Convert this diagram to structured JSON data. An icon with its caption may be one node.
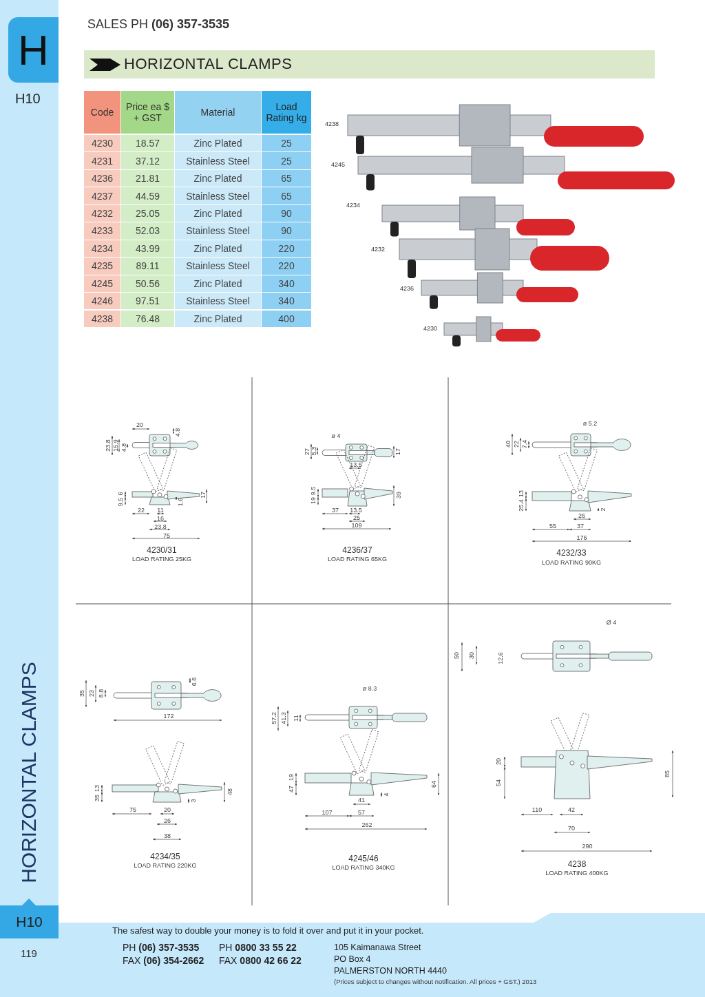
{
  "diagram": {
    "title": "HORIZONTAL CLAMPS",
    "labels": [
      "SALES  PH **(06) 357-3535**",
      "H",
      "H10",
      "Code",
      "Price ea $ + GST",
      "Material",
      "Load Rating kg",
      "4230",
      "18.57",
      "Zinc Plated",
      "25",
      "4231",
      "37.12",
      "Stainless Steel",
      "25",
      "4236",
      "21.81",
      "Zinc Plated",
      "65",
      "4237",
      "44.59",
      "Stainless Steel",
      "65",
      "4232",
      "25.05",
      "Zinc Plated",
      "90",
      "4233",
      "52.03",
      "Stainless Steel",
      "90",
      "4234",
      "43.99",
      "Zinc Plated",
      "220",
      "4235",
      "89.11",
      "Stainless Steel",
      "220",
      "4245",
      "50.56",
      "Zinc Plated",
      "340",
      "4246",
      "97.51",
      "Stainless Steel",
      "340",
      "4238",
      "76.48",
      "Zinc Plated",
      "400",
      "4238",
      "4245",
      "4234",
      "4232",
      "4236",
      "4230",
      "20",
      "23.8",
      "15.9",
      "4.8",
      "4.8",
      "6",
      "9.5",
      "17",
      "1.6",
      "22",
      "11",
      "16",
      "23.8",
      "75",
      "4230/31",
      "LOAD RATING 25KG",
      "ø 4",
      "27",
      "5.3",
      "17",
      "13.5",
      "9.5",
      "19",
      "39",
      "37",
      "13.5",
      "25",
      "109",
      "4236/37",
      "LOAD RATING 65KG",
      "ø 5.2",
      "40",
      "22",
      "7.4",
      "13",
      "25.4",
      "2",
      "26",
      "55",
      "37",
      "176",
      "4232/33",
      "LOAD RATING 90KG",
      "35",
      "23",
      "8.8",
      "6.6",
      "172",
      "13",
      "35",
      "48",
      "3",
      "75",
      "20",
      "26",
      "38",
      "4234/35",
      "LOAD RATING 220KG",
      "ø 8.3",
      "57.2",
      "41.3",
      "11",
      "19",
      "47",
      "64",
      "4",
      "41",
      "107",
      "57",
      "262",
      "4245/46",
      "LOAD RATING 340KG",
      "Ø 4",
      "50",
      "30",
      "12.6",
      "20",
      "54",
      "85",
      "110",
      "42",
      "70",
      "290",
      "4238",
      "LOAD RATING 400KG",
      "HORIZONTAL CLAMPS",
      "H10",
      "119",
      "The safest way to double your money is to fold it over and put it in your pocket.",
      "PH **(06) 357-3535**",
      "FAX **(06) 354-2662**",
      "PH **0800 33 55 22**",
      "FAX **0800 42 66 22**",
      "105 Kaimanawa Street",
      "PO Box 4",
      "PALMERSTON NORTH 4440",
      "(Prices subject to changes without notification.  All prices + GST.)  2013"
    ]
  }
}
